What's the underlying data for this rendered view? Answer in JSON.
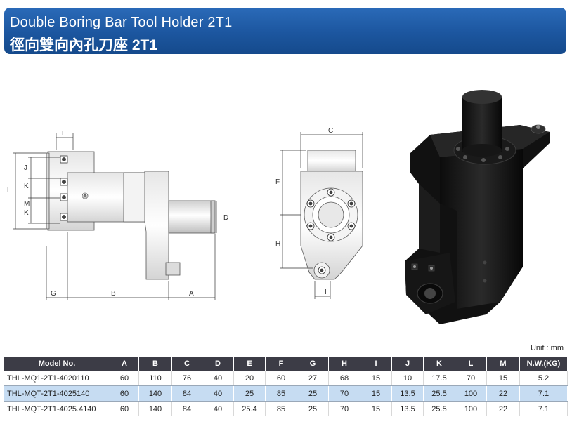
{
  "header": {
    "title_en": "Double Boring Bar Tool Holder 2T1",
    "title_zh": "徑向雙向內孔刀座 2T1"
  },
  "dims": {
    "E": "E",
    "J": "J",
    "K": "K",
    "M": "M",
    "L": "L",
    "D": "D",
    "G": "G",
    "B": "B",
    "A": "A",
    "C": "C",
    "F": "F",
    "H": "H",
    "I": "I"
  },
  "unit": "Unit : mm",
  "table": {
    "headers": [
      "Model No.",
      "A",
      "B",
      "C",
      "D",
      "E",
      "F",
      "G",
      "H",
      "I",
      "J",
      "K",
      "L",
      "M",
      "N.W.(KG)"
    ],
    "rows": [
      [
        "THL-MQ1-2T1-4020110",
        "60",
        "110",
        "76",
        "40",
        "20",
        "60",
        "27",
        "68",
        "15",
        "10",
        "17.5",
        "70",
        "15",
        "5.2"
      ],
      [
        "THL-MQT-2T1-4025140",
        "60",
        "140",
        "84",
        "40",
        "25",
        "85",
        "25",
        "70",
        "15",
        "13.5",
        "25.5",
        "100",
        "22",
        "7.1"
      ],
      [
        "THL-MQT-2T1-4025.4140",
        "60",
        "140",
        "84",
        "40",
        "25.4",
        "85",
        "25",
        "70",
        "15",
        "13.5",
        "25.5",
        "100",
        "22",
        "7.1"
      ]
    ]
  }
}
